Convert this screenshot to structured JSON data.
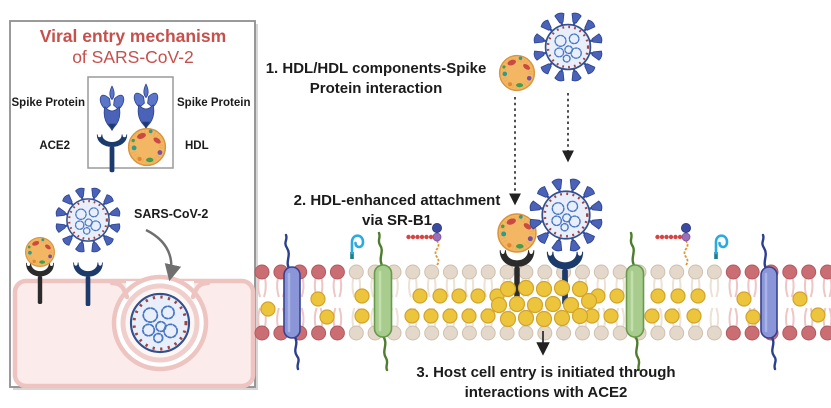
{
  "panel": {
    "title_line1": "Viral entry mechanism",
    "title_line2": "of SARS-CoV-2",
    "inset_labels": {
      "spike_left": "Spike Protein",
      "spike_right": "Spike Protein",
      "ace2": "ACE2",
      "hdl": "HDL"
    },
    "virus_label": "SARS-CoV-2"
  },
  "steps": [
    {
      "line1": "1.  HDL/HDL components-Spike",
      "line2": "Protein interaction"
    },
    {
      "line1": "2.  HDL-enhanced attachment",
      "line2": "via SR-B1"
    },
    {
      "line1": "3. Host cell entry is initiated through",
      "line2": "interactions with ACE2"
    }
  ],
  "icons": {
    "virus": "sars-cov-2-virion-icon",
    "hdl": "hdl-particle-icon",
    "ace2_receptor": "ace2-receptor-icon",
    "srb1_receptor": "sr-b1-receptor-icon",
    "spike": "spike-protein-icon",
    "membrane": "lipid-bilayer-icon"
  },
  "colors": {
    "title_red": "#c5504c",
    "text": "#1b1b1b",
    "virus_spike_blue": "#4a63b8",
    "virus_body_blue": "#e9effa",
    "virus_ring_navy": "#31508f",
    "virus_marks_maroon": "#a34343",
    "hdl_orange": "#f3b763",
    "ace2_navy": "#1c3a6b",
    "srb1_black": "#2b2b2b",
    "lipid_red_head": "#cb6e74",
    "lipid_tan_head": "#e4d8cb",
    "cholesterol_yellow": "#ecc53d",
    "protein_green": "#a8cc8d",
    "protein_blue": "#8b96d9",
    "glycan_cyan": "#29aae1",
    "cell_pink": "#fbeceb",
    "membrane_edge_pink": "#eec4c1"
  }
}
